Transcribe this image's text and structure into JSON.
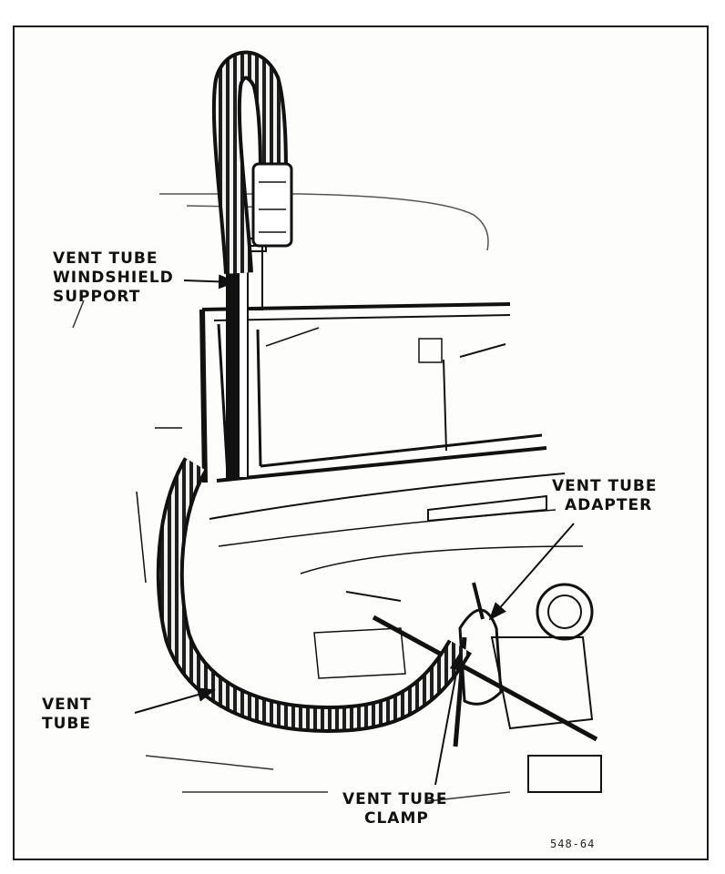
{
  "figure": {
    "callouts": {
      "windshield_support": [
        "VENT TUBE",
        "WINDSHIELD",
        "SUPPORT"
      ],
      "adapter": [
        "VENT TUBE",
        "ADAPTER"
      ],
      "vent_tube": [
        "VENT",
        "TUBE"
      ],
      "clamp": [
        "VENT TUBE",
        "CLAMP"
      ]
    },
    "figure_number": "548-64"
  },
  "colors": {
    "ink": "#111111",
    "paper": "#fdfdfb"
  }
}
